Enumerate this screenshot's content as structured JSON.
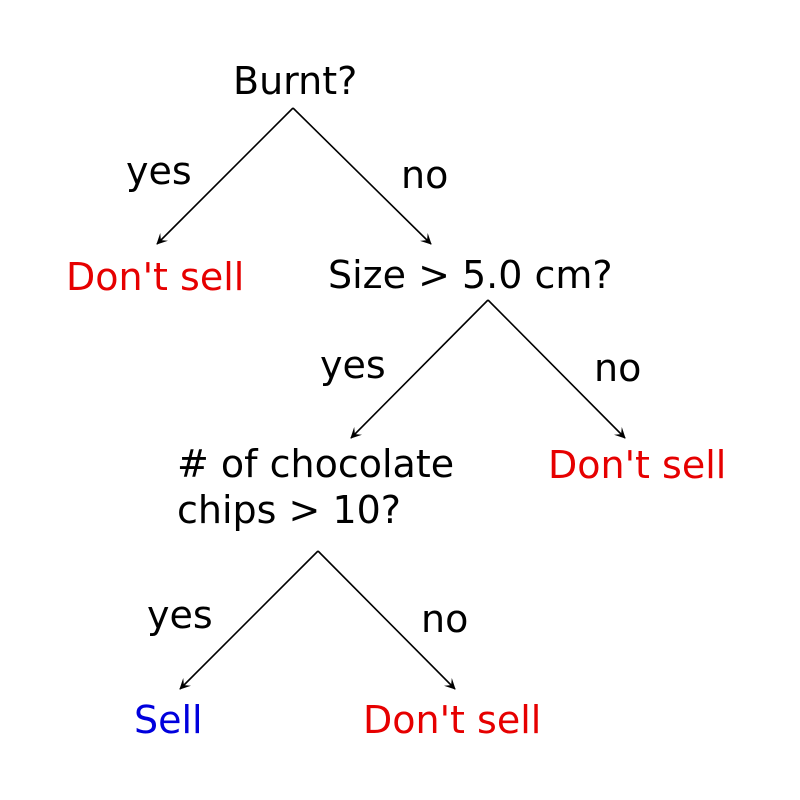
{
  "colors": {
    "question": "#000000",
    "edge_label": "#000000",
    "negative_outcome": "#e60000",
    "positive_outcome": "#0000dd",
    "line": "#000000"
  },
  "tree": {
    "root": {
      "question": "Burnt?"
    },
    "root_yes_label": "yes",
    "root_no_label": "no",
    "root_yes_outcome": "Don't sell",
    "size_node": {
      "question": "Size > 5.0 cm?"
    },
    "size_yes_label": "yes",
    "size_no_label": "no",
    "size_no_outcome": "Don't sell",
    "chips_node": {
      "question_line1": "# of chocolate",
      "question_line2": "chips > 10?"
    },
    "chips_yes_label": "yes",
    "chips_no_label": "no",
    "chips_yes_outcome": "Sell",
    "chips_no_outcome": "Don't sell"
  }
}
